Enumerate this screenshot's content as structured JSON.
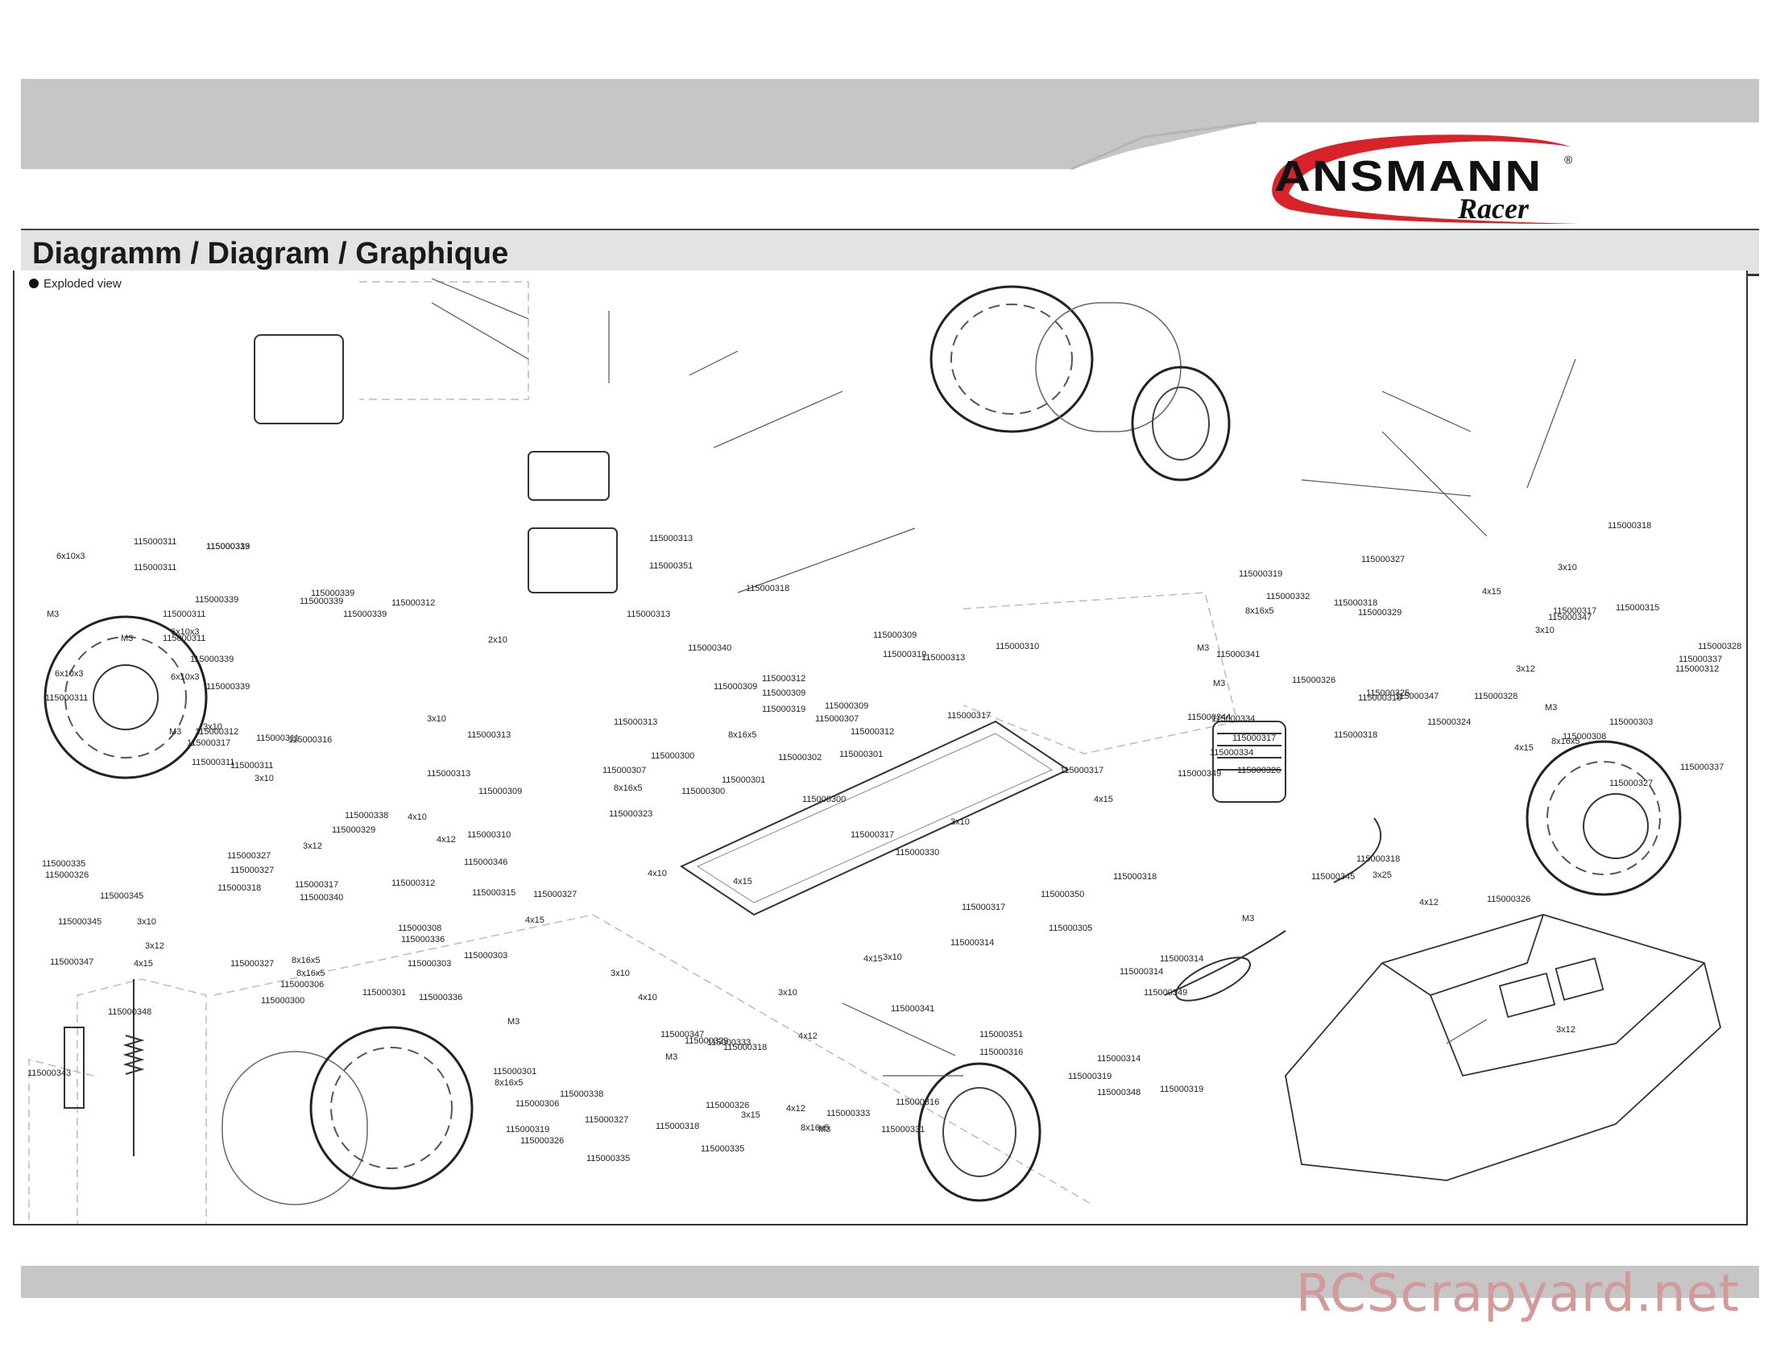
{
  "header": {
    "brand": "ANSMANN",
    "brand_sub": "Racer",
    "title": "Diagramm / Diagram / Graphique",
    "exploded_label": "Exploded view"
  },
  "colors": {
    "band": "#c6c6c6",
    "logo_swoosh": "#d8232a",
    "watermark": "#d49a9a"
  },
  "labels": [
    "115000339",
    "115000311",
    "6x10x3",
    "115000311",
    "M3",
    "115000311",
    "115000311",
    "M3",
    "6x10x3",
    "115000339",
    "6x10x3",
    "6x10x3",
    "115000311",
    "115000339",
    "115000339",
    "115000339",
    "115000339",
    "115000339",
    "115000312",
    "115000313",
    "2x10",
    "115000313",
    "115000313",
    "115000340",
    "115000318",
    "115000309",
    "115000309",
    "115000319",
    "115000312",
    "115000309",
    "115000319",
    "115000312",
    "115000319",
    "115000332",
    "8x16x5",
    "M3",
    "115000341",
    "115000318",
    "115000329",
    "115000325",
    "115000318",
    "115000327",
    "4x15",
    "115000347",
    "3x10",
    "115000318",
    "115000317",
    "115000315",
    "3x10",
    "115000328",
    "3x12",
    "115000337",
    "115000312",
    "115000328",
    "M3",
    "115000303",
    "115000308",
    "8x16x5",
    "4x15",
    "115000327",
    "115000337",
    "3x10",
    "115000312",
    "M3",
    "115000311",
    "115000317",
    "115000316",
    "115000311",
    "115000311",
    "3x10",
    "3x10",
    "115000313",
    "115000313",
    "115000313",
    "115000310",
    "115000317",
    "115000309",
    "115000307",
    "8x16x5",
    "115000301",
    "115000302",
    "115000300",
    "115000301",
    "115000300",
    "115000307",
    "8x16x5",
    "115000309",
    "115000310",
    "115000317",
    "115000344",
    "M3",
    "115000326",
    "115000318",
    "115000347",
    "115000324",
    "115000334",
    "115000334",
    "115000317",
    "115000326",
    "115000327",
    "115000335",
    "115000326",
    "115000327",
    "115000318",
    "115000345",
    "115000345",
    "3x10",
    "3x12",
    "115000347",
    "4x15",
    "115000327",
    "115000338",
    "4x10",
    "115000329",
    "4x12",
    "3x12",
    "115000346",
    "115000317",
    "115000340",
    "115000312",
    "115000315",
    "115000327",
    "4x15",
    "115000308",
    "115000336",
    "115000303",
    "8x16x5",
    "8x16x5",
    "115000306",
    "115000303",
    "115000301",
    "115000300",
    "115000336",
    "115000300",
    "115000323",
    "115000317",
    "115000330",
    "3x10",
    "4x15",
    "4x10",
    "3x10",
    "115000317",
    "115000314",
    "4x10",
    "4x15",
    "3x10",
    "3x10",
    "4x15",
    "115000349",
    "115000318",
    "115000350",
    "115000305",
    "M3",
    "115000314",
    "115000314",
    "115000318",
    "115000345",
    "3x25",
    "4x12",
    "3x12",
    "115000326",
    "115000349",
    "115000314",
    "115000319",
    "115000348",
    "115000319",
    "115000348",
    "115000343",
    "M3",
    "115000301",
    "8x16x5",
    "115000306",
    "115000338",
    "115000347",
    "115000329",
    "115000333",
    "115000318",
    "4x12",
    "M3",
    "115000319",
    "115000327",
    "115000326",
    "115000335",
    "115000318",
    "115000335",
    "115000326",
    "3x15",
    "4x12",
    "8x16x5",
    "115000333",
    "115000331",
    "115000316",
    "M3",
    "115000341",
    "115000351",
    "115000316",
    "115000351",
    "115000313"
  ],
  "watermark": "RCScrapyard.net"
}
